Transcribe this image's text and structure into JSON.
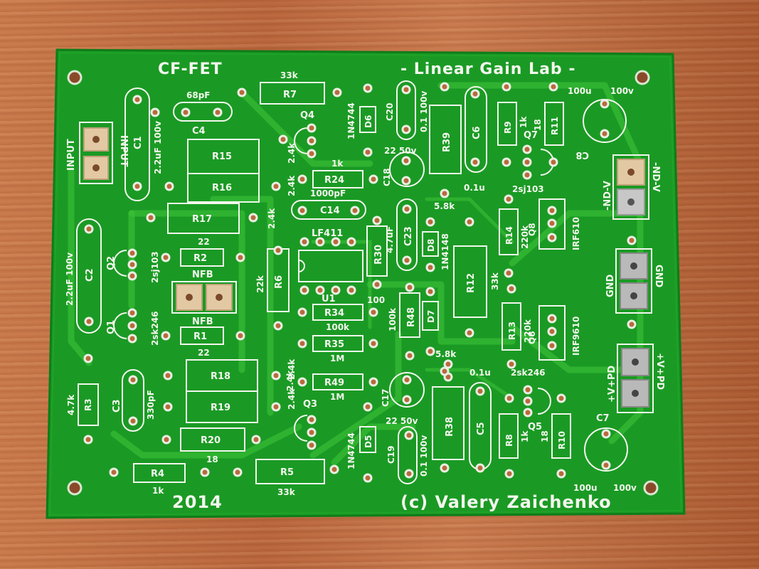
{
  "board": {
    "title_left": "CF-FET",
    "title_right": "- Linear Gain Lab -",
    "year": "2014",
    "copyright": "(c) Valery Zaichenko"
  },
  "connectors": {
    "input": "INPUT",
    "input_mirror": "INPUT",
    "nfb_top": "NFB",
    "nfb_bottom": "NFB",
    "nd_v": "-ND-V",
    "nd_v2": "-ND-V",
    "gnd": "GND",
    "gnd2": "GND",
    "vpd": "+V+PD",
    "vpd2": "+V+PD"
  },
  "components": {
    "c1": "C1",
    "c1_val": "2.2uF 100v",
    "c2": "C2",
    "c2_val": "2.2uF 100v",
    "c3": "C3",
    "c3_val": "330pF",
    "c4": "C4",
    "c4_val": "68pF",
    "c5": "C5",
    "c6": "C6",
    "c6_val": "0.1u",
    "c5_val": "0.1u",
    "c7": "C7",
    "c7_val_a": "100u",
    "c7_val_b": "100v",
    "c8": "C8",
    "c8_val_a": "100u",
    "c8_val_b": "100v",
    "c14": "C14",
    "c14_val": "1000pF",
    "c17": "C17",
    "c17_val": "22 50v",
    "c18": "C18",
    "c18_val": "22 50v",
    "c19": "C19",
    "c19_val": "0.1 100v",
    "c20": "C20",
    "c20_val": "0.1 100v",
    "c23": "C23",
    "c23_val": "4.7uF",
    "r1": "R1",
    "r1_val": "22",
    "r2": "R2",
    "r2_val": "22",
    "r3": "R3",
    "r3_val": "4.7k",
    "r4": "R4",
    "r4_val": "1k",
    "r5": "R5",
    "r5_val": "33k",
    "r6": "R6",
    "r6_val": "22k",
    "r7": "R7",
    "r7_val": "33k",
    "r8": "R8",
    "r8_val": "1k",
    "r9": "R9",
    "r9_val": "1k",
    "r10": "R10",
    "r10_val": "18",
    "r11": "R11",
    "r11_val": "18",
    "r12": "R12",
    "r12_val": "33k",
    "r13": "R13",
    "r13_val": "220k",
    "r14": "R14",
    "r14_val": "220k",
    "r15": "R15",
    "r16": "R16",
    "r17": "R17",
    "r18": "R18",
    "r19": "R19",
    "r20": "R20",
    "r20_val": "18",
    "r24": "R24",
    "r24_val": "1k",
    "r30": "R30",
    "r30_val": "100",
    "r34": "R34",
    "r34_val": "100k",
    "r35": "R35",
    "r35_val": "1M",
    "r38": "R38",
    "r39": "R39",
    "r48": "R48",
    "r48_val": "100k",
    "r49": "R49",
    "r49_val": "1M",
    "r_58k_top": "5.8k",
    "r_58k_bot": "5.8k",
    "r_24k_1": "2.4k",
    "r_24k_2": "2.4k",
    "r_24k_3": "2.4k",
    "r_24k_4": "2.4k",
    "r_24k_5": "2.4k",
    "r_24k_6": "2.4k",
    "d5": "D5",
    "d6": "D6",
    "d7": "D7",
    "d8": "D8",
    "d5_val": "1N4744",
    "d6_val": "1N4744",
    "d8_val": "1N4148",
    "u1": "U1",
    "u1_val": "LF411",
    "q1": "Q1",
    "q1_val": "2sk246",
    "q2": "Q2",
    "q2_val": "2sj103",
    "q3": "Q3",
    "q4": "Q4",
    "q5": "Q5",
    "q5_val": "2sk246",
    "q7": "Q7",
    "q7_val": "2sj103",
    "q8": "Q8",
    "q8_val": "IRF610",
    "q6": "Q6",
    "q6_val": "IRF9610"
  }
}
